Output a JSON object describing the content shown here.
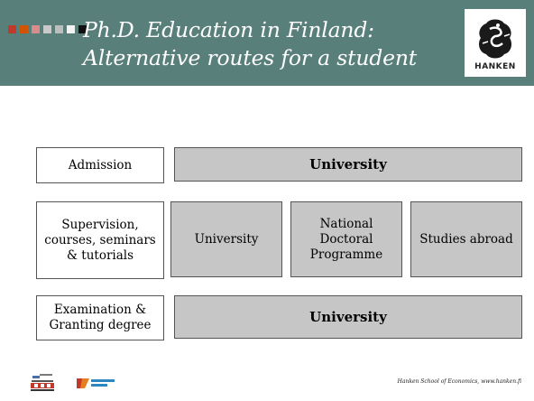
{
  "header": {
    "title_line1": "Ph.D. Education in Finland:",
    "title_line2": "Alternative routes for a student",
    "background": "#587f7a",
    "square_colors": [
      "#c0392b",
      "#d35400",
      "#d98c8c",
      "#c9c9c9",
      "#bdbdbd",
      "#f2f2f2",
      "#111111"
    ],
    "logo_text": "HANKEN"
  },
  "rows": [
    {
      "label": "Admission",
      "routes": [
        "University"
      ]
    },
    {
      "label": "Supervision, courses, seminars & tutorials",
      "routes": [
        "University",
        "National Doctoral Programme",
        "Studies abroad"
      ]
    },
    {
      "label": "Examination & Granting degree",
      "routes": [
        "University"
      ]
    }
  ],
  "colors": {
    "route_fill": "#c6c6c6",
    "label_fill": "#ffffff",
    "border": "#555555"
  },
  "footer": {
    "text": "Hanken School of Economics, www.hanken.fi",
    "logo1_icon": "building-logo-icon",
    "logo2_icon": "arrow-logo-icon"
  }
}
